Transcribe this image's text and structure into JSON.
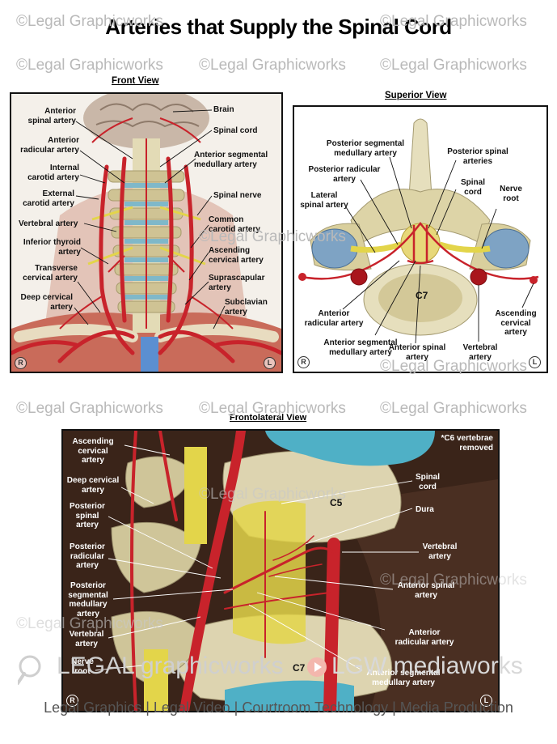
{
  "title": "Arteries that Supply the Spinal Cord",
  "watermark": "©Legal Graphicworks",
  "front_view": {
    "title": "Front View",
    "labels": {
      "anterior_spinal_artery": "Anterior\nspinal artery",
      "anterior_radicular_artery": "Anterior\nradicular artery",
      "internal_carotid_artery": "Internal\ncarotid artery",
      "external_carotid_artery": "External\ncarotid artery",
      "vertebral_artery": "Vertebral artery",
      "inferior_thyroid_artery": "Inferior thyroid\nartery",
      "transverse_cervical_artery": "Transverse\ncervical artery",
      "deep_cervical_artery": "Deep cervical\nartery",
      "brain": "Brain",
      "spinal_cord": "Spinal cord",
      "anterior_segmental_medullary_artery": "Anterior segmental\nmedullary artery",
      "spinal_nerve": "Spinal nerve",
      "common_carotid_artery": "Common\ncarotid artery",
      "ascending_cervical_artery": "Ascending\ncervical artery",
      "suprascapular_artery": "Suprascapular\nartery",
      "subclavian_artery": "Subclavian\nartery"
    },
    "corner_left": "R",
    "corner_right": "L"
  },
  "superior_view": {
    "title": "Superior View",
    "labels": {
      "posterior_segmental_medullary_artery": "Posterior segmental\nmedullary artery",
      "posterior_radicular_artery": "Posterior radicular\nartery",
      "lateral_spinal_artery": "Lateral\nspinal artery",
      "posterior_spinal_arteries": "Posterior spinal\narteries",
      "spinal_cord": "Spinal\ncord",
      "nerve_root": "Nerve\nroot",
      "c7": "C7",
      "anterior_radicular_artery": "Anterior\nradicular artery",
      "anterior_segmental_medullary_artery": "Anterior segmental\nmedullary artery",
      "anterior_spinal_artery": "Anterior spinal\nartery",
      "vertebral_artery": "Vertebral\nartery",
      "ascending_cervical_artery": "Ascending\ncervical\nartery"
    },
    "corner_left": "R",
    "corner_right": "L"
  },
  "frontolateral_view": {
    "title": "Frontolateral View",
    "note": "*C6 vertebrae\nremoved",
    "labels": {
      "ascending_cervical_artery": "Ascending\ncervical\nartery",
      "deep_cervical_artery": "Deep cervical\nartery",
      "posterior_spinal_artery": "Posterior\nspinal\nartery",
      "posterior_radicular_artery": "Posterior\nradicular\nartery",
      "posterior_segmental_medullary_artery": "Posterior\nsegmental\nmedullary\nartery",
      "vertebral_artery": "Vertebral\nartery",
      "nerve_root": "Nerve\nroot",
      "spinal_cord": "Spinal\ncord",
      "c5": "C5",
      "dura": "Dura",
      "vertebral_artery_right": "Vertebral\nartery",
      "anterior_spinal_artery": "Anterior spinal\nartery",
      "anterior_radicular_artery": "Anterior\nradicular artery",
      "anterior_segmental_medullary_artery": "Anterior segmental\nmedullary artery",
      "c7": "C7"
    },
    "corner_left": "R",
    "corner_right": "L"
  },
  "brand": {
    "left": "LEGAL graphicworks",
    "right": "LGW mediaworks"
  },
  "footer": "Legal Graphics | Legal Video | Courtroom Technology | Media Production",
  "colors": {
    "artery": "#c8232b",
    "bone": "#d9d2a8",
    "nerve": "#e3d54a",
    "dark_bg": "#3a2419",
    "muscle": "#b85a4a"
  }
}
